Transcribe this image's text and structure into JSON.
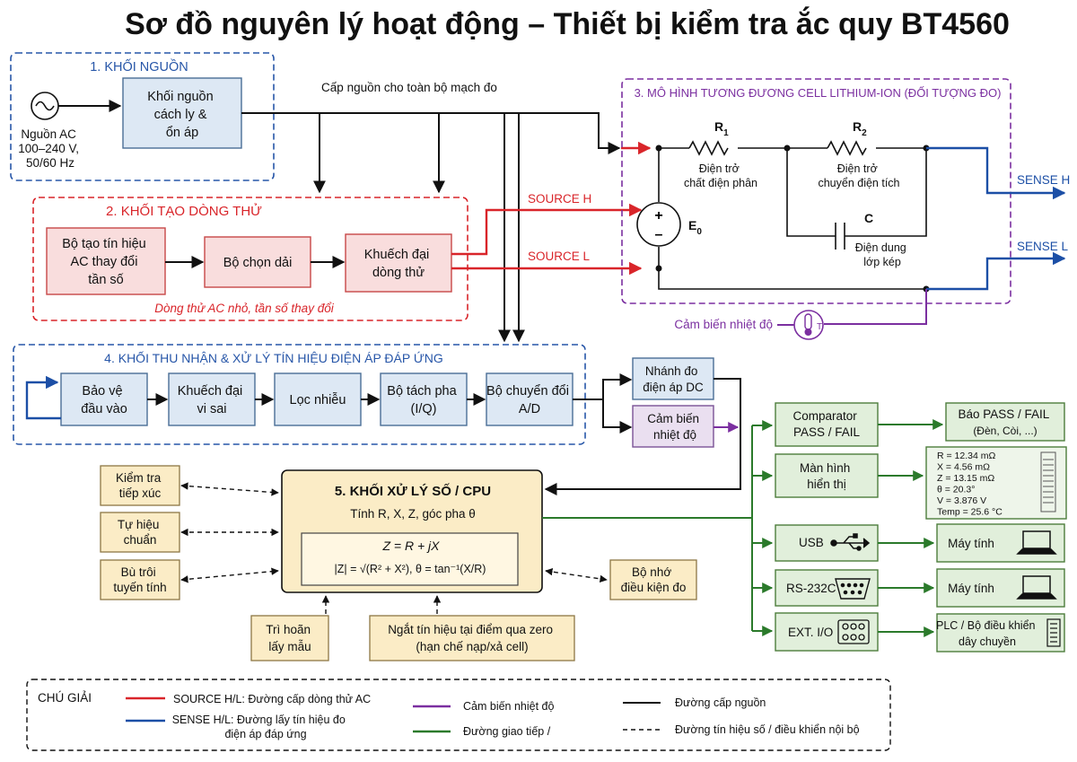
{
  "title": "Sơ đồ nguyên lý hoạt động – Thiết bị kiểm tra ắc quy BT4560",
  "block1": {
    "label": "1. KHỐI NGUỒN",
    "ac_source": [
      "Nguồn AC",
      "100–240 V,",
      "50/60 Hz"
    ],
    "psu": [
      "Khối nguồn",
      "cách ly &",
      "ổn áp"
    ],
    "supply_caption": "Cấp nguồn cho toàn bộ mạch đo"
  },
  "block2": {
    "label": "2. KHỐI TẠO DÒNG THỬ",
    "gen": [
      "Bộ tạo tín hiệu",
      "AC thay đổi",
      "tần số"
    ],
    "range": "Bộ chọn dải",
    "amp": [
      "Khuếch đại",
      "dòng thử"
    ],
    "note": "Dòng thử AC nhỏ, tần số thay đổi",
    "source_h": "SOURCE H",
    "source_l": "SOURCE L"
  },
  "block3": {
    "label": "3. MÔ HÌNH TƯƠNG ĐƯƠNG CELL LITHIUM-ION (ĐỐI TƯỢNG ĐO)",
    "r1": "R",
    "r1_sub": "1",
    "r1_desc": [
      "Điện trở",
      "chất điện phân"
    ],
    "r2": "R",
    "r2_sub": "2",
    "r2_desc": [
      "Điện trở",
      "chuyển điện tích"
    ],
    "c": "C",
    "c_desc": [
      "Điện dung",
      "lớp kép"
    ],
    "e0": "E",
    "e0_sub": "0",
    "plus": "+",
    "minus": "–",
    "sense_h": "SENSE H",
    "sense_l": "SENSE L",
    "temp_sensor": "Cảm biến nhiệt độ",
    "thermo_t": "T"
  },
  "block4": {
    "label": "4. KHỐI THU NHẬN & XỬ LÝ TÍN HIỆU ĐIỆN ÁP ĐÁP ỨNG",
    "protect": [
      "Bảo vệ",
      "đầu vào"
    ],
    "diff": [
      "Khuếch đại",
      "vi sai"
    ],
    "filter": "Lọc nhiễu",
    "phase": [
      "Bộ tách pha",
      "(I/Q)"
    ],
    "adc": [
      "Bộ chuyển đổi",
      "A/D"
    ],
    "dc_branch": [
      "Nhánh đo",
      "điện áp DC"
    ],
    "temp_in": [
      "Cảm biến",
      "nhiệt độ"
    ]
  },
  "block5": {
    "label": "5. KHỐI XỬ LÝ SỐ / CPU",
    "calc": "Tính R, X, Z, góc pha θ",
    "formula1": "Z = R + jX",
    "formula2": "|Z| = √(R² + X²),   θ = tan⁻¹(X/R)",
    "contact": [
      "Kiểm tra",
      "tiếp xúc"
    ],
    "selfcal": [
      "Tự hiệu",
      "chuẩn"
    ],
    "drift": [
      "Bù trôi",
      "tuyến tính"
    ],
    "memory": [
      "Bộ nhớ",
      "điều kiện đo"
    ],
    "delay": [
      "Trì hoãn",
      "lấy mẫu"
    ],
    "zero": [
      "Ngắt tín hiệu tại điểm qua zero",
      "(hạn chế nạp/xả cell)"
    ]
  },
  "outputs": {
    "comparator": [
      "Comparator",
      "PASS / FAIL"
    ],
    "alarm": [
      "Báo PASS / FAIL",
      "(Đèn, Còi, ...)"
    ],
    "display": [
      "Màn hình",
      "hiển thị"
    ],
    "readings": [
      "R  =  12.34 mΩ",
      "X  =    4.56 mΩ",
      "Z  =  13.15 mΩ",
      "θ  =  20.3°",
      "V  =  3.876 V",
      "Temp = 25.6 °C"
    ],
    "usb": "USB",
    "rs232": "RS-232C",
    "extio": "EXT. I/O",
    "pc1": "Máy tính",
    "pc2": "Máy tính",
    "plc": [
      "PLC / Bộ điều khiển",
      "dây chuyền"
    ]
  },
  "legend": {
    "title": "CHÚ GIẢI",
    "source": "SOURCE H/L: Đường cấp dòng thử AC",
    "sense": [
      "SENSE H/L: Đường lấy tín hiệu đo",
      "điện áp đáp ứng"
    ],
    "temp": "Cảm biến nhiệt độ",
    "comm": "Đường giao tiếp /",
    "power": "Đường cấp nguồn",
    "digital": "Đường tín hiệu số / điều khiển nội bộ"
  },
  "colors": {
    "source": "#d9252a",
    "sense": "#1c4fa6",
    "temp": "#7b2fa0",
    "comm": "#2b7a2b",
    "power": "#111111"
  }
}
